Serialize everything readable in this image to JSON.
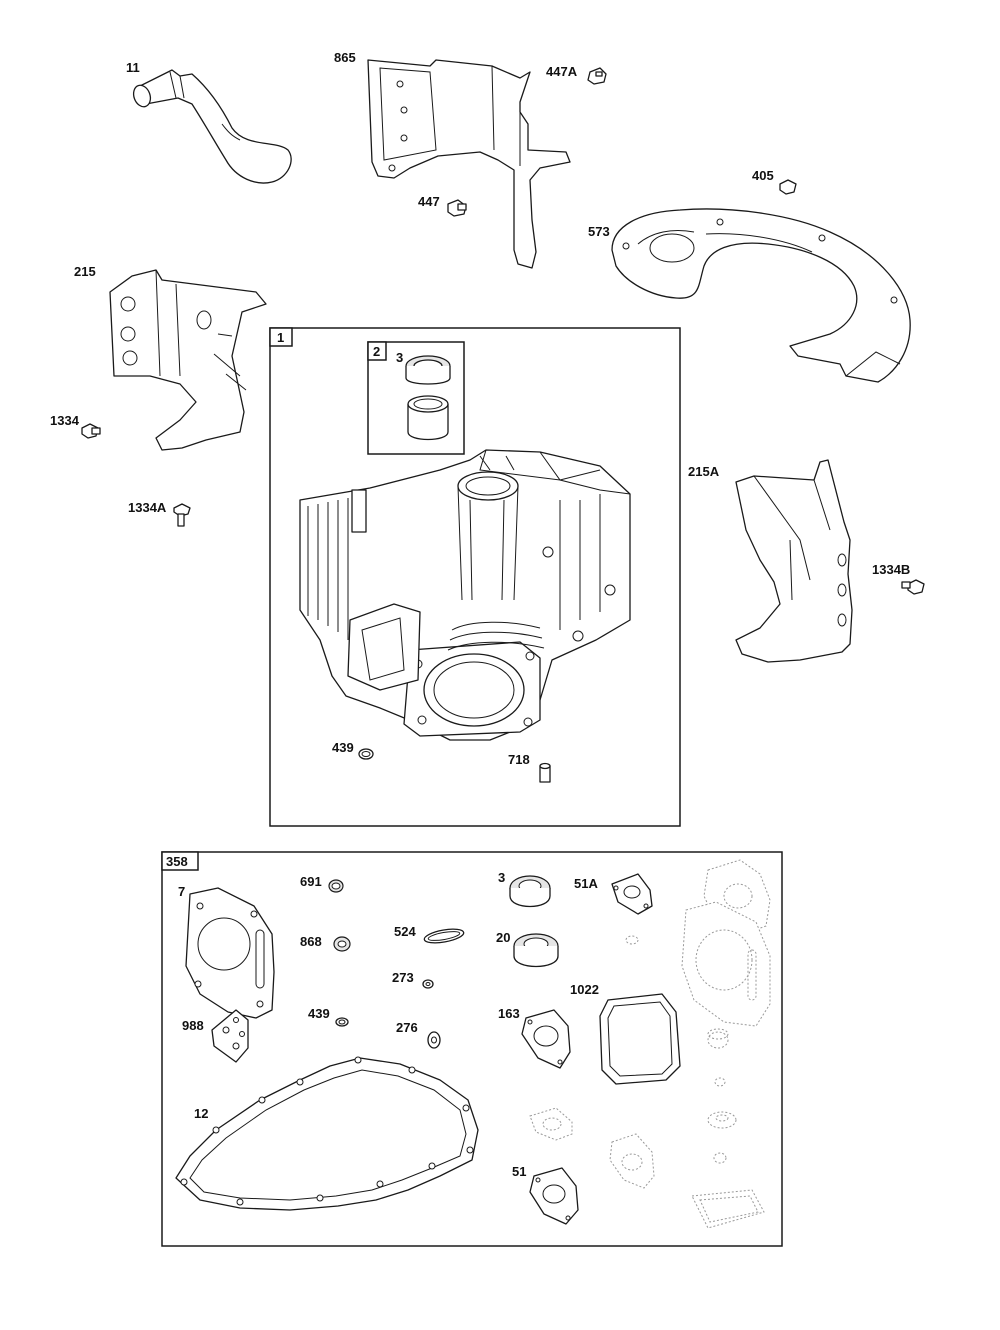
{
  "diagram": {
    "boxes": {
      "engine_assembly": "1",
      "bearing_kit": "2",
      "gasket_set": "358"
    },
    "callouts": {
      "p11": "11",
      "p865": "865",
      "p447A": "447A",
      "p447": "447",
      "p405": "405",
      "p573": "573",
      "p215": "215",
      "p1334": "1334",
      "p1334A": "1334A",
      "p3_kit": "3",
      "p215A": "215A",
      "p1334B": "1334B",
      "p439_engine": "439",
      "p718": "718",
      "p7": "7",
      "p691": "691",
      "p868": "868",
      "p988": "988",
      "p439_set": "439",
      "p524": "524",
      "p273": "273",
      "p276": "276",
      "p3_set": "3",
      "p20": "20",
      "p51A": "51A",
      "p1022": "1022",
      "p163": "163",
      "p12": "12",
      "p51": "51"
    }
  }
}
